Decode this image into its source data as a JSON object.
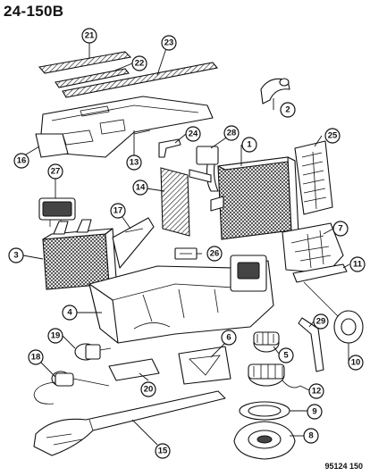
{
  "page_code": "24-150B",
  "figure_code": "95124 150",
  "callouts": [
    "1",
    "2",
    "3",
    "4",
    "5",
    "6",
    "7",
    "8",
    "9",
    "10",
    "11",
    "12",
    "13",
    "14",
    "15",
    "16",
    "17",
    "18",
    "19",
    "20",
    "21",
    "22",
    "23",
    "24",
    "25",
    "26",
    "27",
    "28",
    "29"
  ]
}
